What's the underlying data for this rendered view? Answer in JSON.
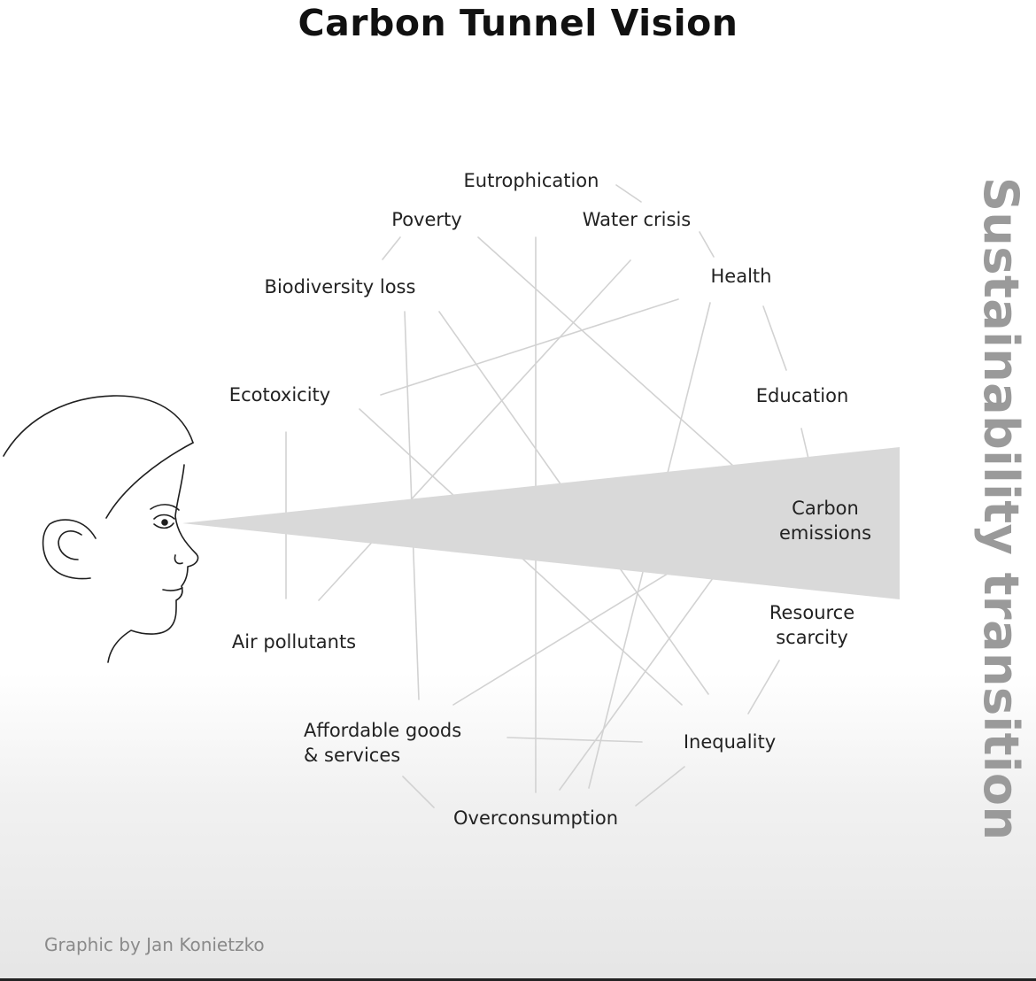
{
  "title": "Carbon Tunnel Vision",
  "side_label": "Sustainability transition",
  "credit": "Graphic by Jan Konietzko",
  "nodes": {
    "eutrophication": "Eutrophication",
    "poverty": "Poverty",
    "water_crisis": "Water crisis",
    "biodiversity_loss": "Biodiversity loss",
    "health": "Health",
    "ecotoxicity": "Ecotoxicity",
    "education": "Education",
    "carbon_emissions": [
      "Carbon",
      "emissions"
    ],
    "resource_scarcity": [
      "Resource",
      "scarcity"
    ],
    "air_pollutants": "Air pollutants",
    "affordable_goods": [
      "Affordable goods",
      "& services"
    ],
    "inequality": "Inequality",
    "overconsumption": "Overconsumption"
  },
  "colors": {
    "title": "#111111",
    "lines": "#d0d0d0",
    "cone": "#d9d9d9",
    "side_label": "#9a9a9a",
    "credit": "#8a8a8a"
  },
  "icons": {
    "face": "human-profile-icon"
  }
}
